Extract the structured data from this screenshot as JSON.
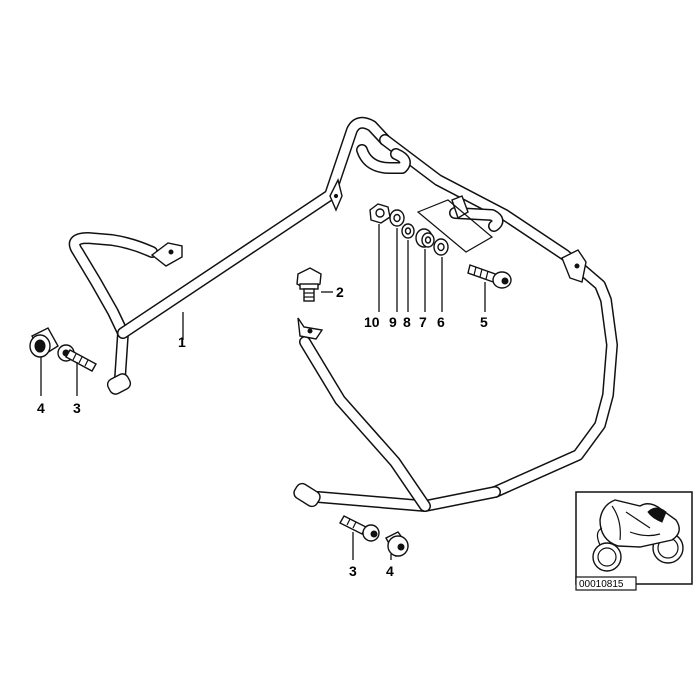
{
  "diagram": {
    "callouts": {
      "frame": "1",
      "bolt_top": "2",
      "bolt_left": "3",
      "cap_left": "4",
      "bolt_right": "5",
      "nut_6": "6",
      "washer_7": "7",
      "washer_8": "8",
      "washer_9": "9",
      "washer_10": "10",
      "bolt_bottom": "3",
      "cap_bottom": "4"
    },
    "thumbnail": {
      "reference": "00010815",
      "icon": "motorcycle-icon"
    }
  }
}
